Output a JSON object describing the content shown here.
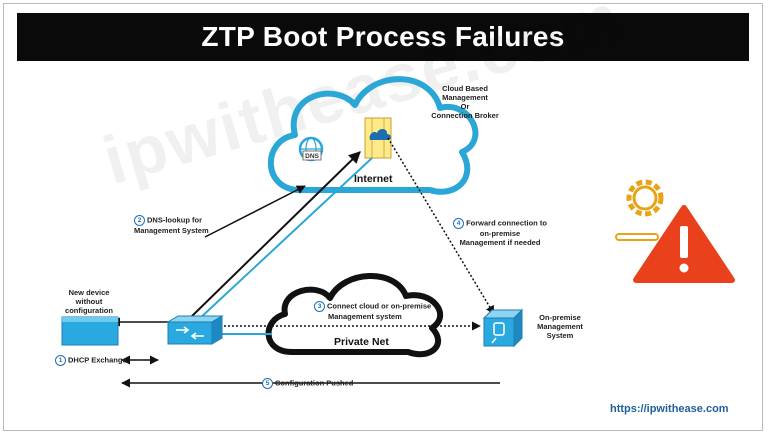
{
  "title": "ZTP Boot Process Failures",
  "watermark": "ipwithease.com",
  "footer_link": "https://ipwithease.com",
  "clouds": {
    "internet": "Internet",
    "private": "Private Net"
  },
  "labels": {
    "cloud_mgmt": [
      "Cloud Based",
      "Management",
      "Or",
      "Connection Broker"
    ],
    "new_device": [
      "New device",
      "without",
      "configuration"
    ],
    "onprem": [
      "On-premise",
      "Management",
      "System"
    ]
  },
  "steps": [
    {
      "num": "1",
      "lines": [
        "DHCP Exchange"
      ]
    },
    {
      "num": "2",
      "lines": [
        "DNS-lookup for",
        "Management System"
      ]
    },
    {
      "num": "3",
      "lines": [
        "Connect cloud or on-premise",
        "Management system"
      ]
    },
    {
      "num": "4",
      "lines": [
        "Forward connection to",
        "on-premise",
        "Management if needed"
      ]
    },
    {
      "num": "5",
      "lines": [
        "Configuration Pushed"
      ]
    }
  ],
  "icons": {
    "dns": "DNS",
    "dns_icon": "globe-dns-icon",
    "broker_icon": "cloud-server-icon",
    "switch_icon": "network-switch-icon",
    "device_icon": "new-device-icon",
    "onprem_icon": "onprem-server-icon",
    "warning_icon": "warning-gear-icon"
  },
  "colors": {
    "title_bg": "#0a0a0a",
    "blue_line": "#2aa7d6",
    "device_blue": "#2aa9e0",
    "warning_red": "#e8411b",
    "gear_gold": "#e8a317"
  }
}
